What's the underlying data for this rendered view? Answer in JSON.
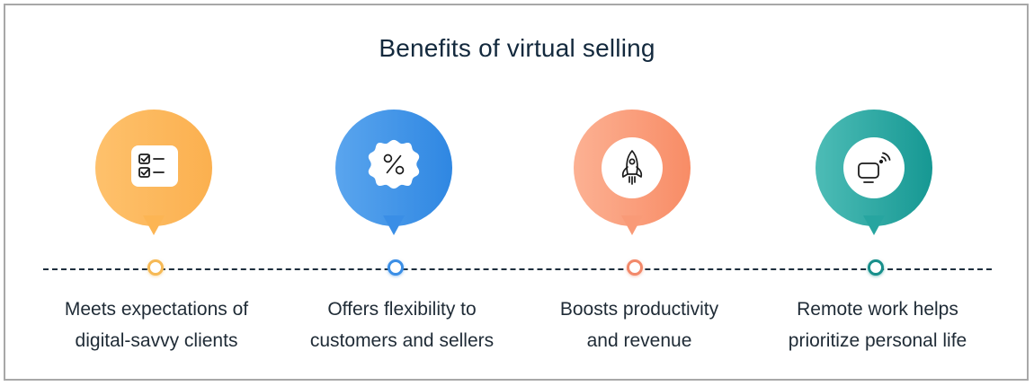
{
  "title": "Benefits of virtual selling",
  "items": [
    {
      "line1": "Meets expectations of",
      "line2": "digital-savvy clients",
      "icon": "checklist-icon",
      "color": "#fbb454",
      "color_light": "#fdc36a"
    },
    {
      "line1": "Offers flexibility to",
      "line2": "customers and sellers",
      "icon": "percent-badge-icon",
      "color": "#3a8ee6",
      "color_light": "#59a4ed"
    },
    {
      "line1": "Boosts productivity",
      "line2": "and revenue",
      "icon": "rocket-icon",
      "color": "#f8916c",
      "color_light": "#fbae8e"
    },
    {
      "line1": "Remote work helps",
      "line2": "prioritize personal life",
      "icon": "wireless-monitor-icon",
      "color": "#1f9d99",
      "color_light": "#4bbdb8"
    }
  ]
}
